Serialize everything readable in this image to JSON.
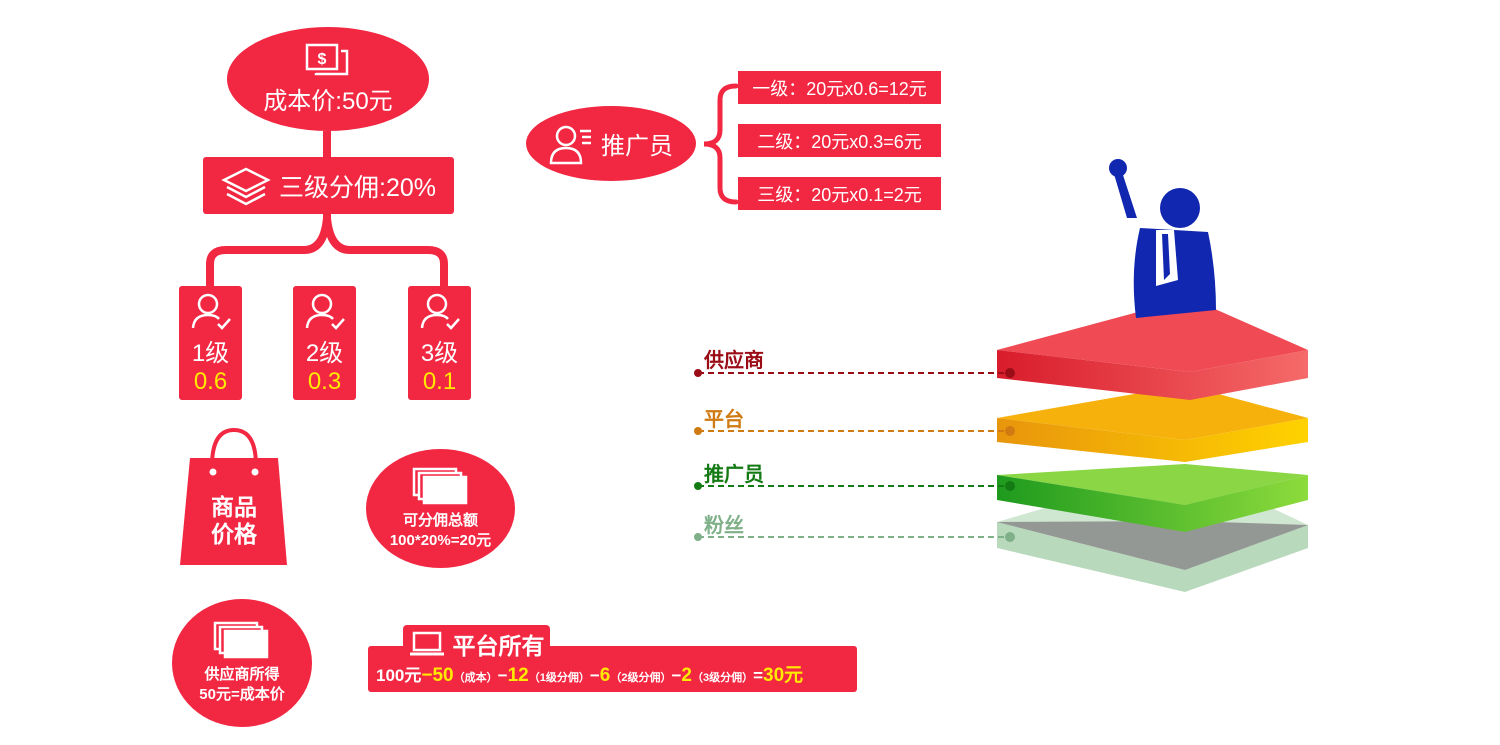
{
  "cost": {
    "label": "成本价:50元",
    "icon": "dollar-bill-icon"
  },
  "commission": {
    "label": "三级分佣:20%",
    "icon": "layers-icon"
  },
  "levels": [
    {
      "name": "1级",
      "rate": "0.6"
    },
    {
      "name": "2级",
      "rate": "0.3"
    },
    {
      "name": "3级",
      "rate": "0.1"
    }
  ],
  "promoter": {
    "label": "推广员",
    "icon": "person-list-icon"
  },
  "calculations": [
    "一级：20元x0.6=12元",
    "二级：20元x0.3=6元",
    "三级：20元x0.1=2元"
  ],
  "bag": {
    "line1": "商品",
    "line2": "价格"
  },
  "total_commission": {
    "line1": "可分佣总额",
    "line2": "100*20%=20元"
  },
  "supplier_income": {
    "line1": "供应商所得",
    "line2": "50元=成本价"
  },
  "platform": {
    "title": "平台所有",
    "formula": {
      "start": "100元",
      "op": "−",
      "v1": "50",
      "n1": "（成本）",
      "v2": "12",
      "n2": "（1级分佣）",
      "v3": "6",
      "n3": "（2级分佣）",
      "v4": "2",
      "n4": "（3级分佣）",
      "eq": "=",
      "result": "30元"
    }
  },
  "layers": [
    {
      "label": "供应商",
      "color": "#9a0d16"
    },
    {
      "label": "平台",
      "color": "#cf7a12"
    },
    {
      "label": "推广员",
      "color": "#147a14"
    },
    {
      "label": "粉丝",
      "color": "#7fb088"
    }
  ],
  "colors": {
    "accent": "#f22742",
    "highlight": "#ffea00"
  }
}
